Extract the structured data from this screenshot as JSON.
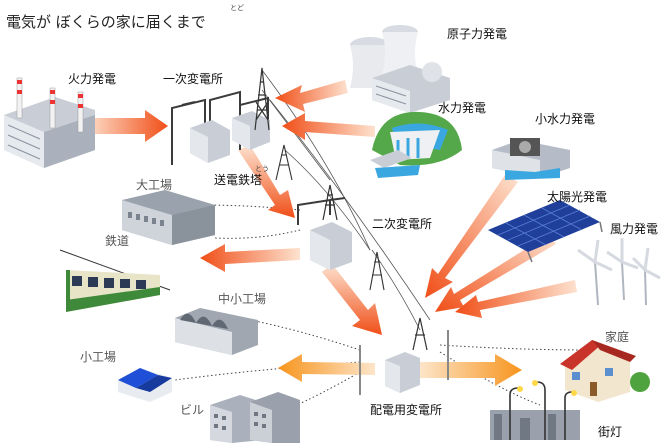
{
  "title": {
    "main": "電気が ぼくらの家に届くまで",
    "ruby": "とど"
  },
  "labels": {
    "thermal": "火力発電",
    "primary_substation": "一次変電所",
    "nuclear": "原子力発電",
    "hydro": "水力発電",
    "small_hydro": "小水力発電",
    "transmission_tower": "送電鉄塔",
    "tower_ruby": "とう",
    "large_factory": "大工場",
    "railway": "鉄道",
    "secondary_substation": "二次変電所",
    "solar": "太陽光発電",
    "wind": "風力発電",
    "mid_factory": "中小工場",
    "small_factory": "小工場",
    "building": "ビル",
    "distribution_substation": "配電用変電所",
    "home": "家庭",
    "streetlight": "街灯"
  },
  "colors": {
    "arrow_orange": "#f04e17",
    "arrow_light": "#fbb989",
    "facility_grey": "#c9ced6",
    "roof_blue": "#1f4fd6",
    "roof_red": "#c9342a",
    "train_green": "#3e8a3a",
    "solar_blue": "#1f3f9a",
    "water_blue": "#3aa7e0"
  }
}
